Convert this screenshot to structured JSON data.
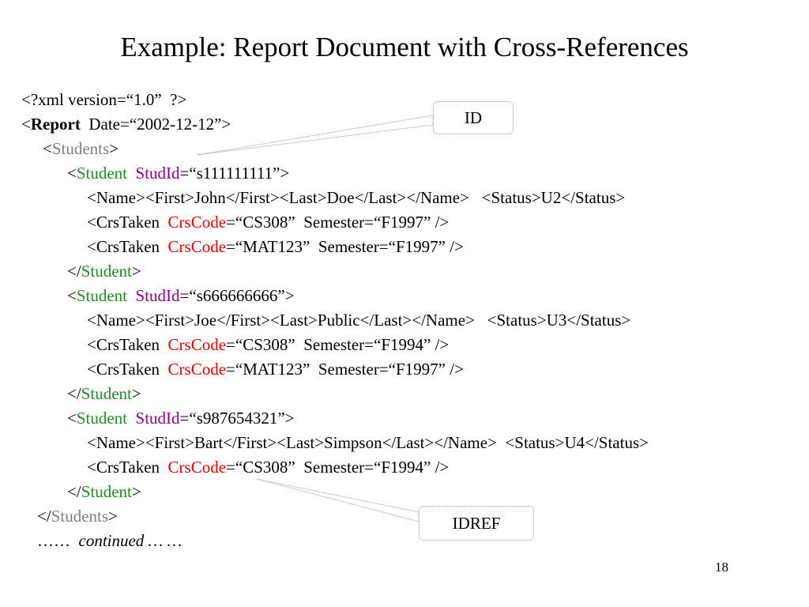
{
  "slide": {
    "title": "Example:  Report Document with Cross-References",
    "page_number": "18"
  },
  "callouts": {
    "id_label": "ID",
    "idref_label": "IDREF"
  },
  "code": {
    "xml_decl": "<?xml version=“1.0”  ?>",
    "report_open_lt": "<",
    "report_tag": "Report",
    "report_date": "  Date=“2002-12-12”>",
    "students_open": "Students",
    "students_close": "Students",
    "students": [
      {
        "tag": "Student",
        "attr": "StudId",
        "id_value": "=“s111111111”>",
        "name_line": "<Name><First>John</First><Last>Doe</Last></Name>   <Status>U2</Status>",
        "courses": [
          {
            "prefix": "<CrsTaken  ",
            "attr": "CrsCode",
            "rest": "=“CS308”  Semester=“F1997” />"
          },
          {
            "prefix": "<CrsTaken  ",
            "attr": "CrsCode",
            "rest": "=“MAT123”  Semester=“F1997” />"
          }
        ],
        "close_tag": "Student"
      },
      {
        "tag": "Student",
        "attr": "StudId",
        "id_value": "=“s666666666”>",
        "name_line": "<Name><First>Joe</First><Last>Public</Last></Name>   <Status>U3</Status>",
        "courses": [
          {
            "prefix": "<CrsTaken  ",
            "attr": "CrsCode",
            "rest": "=“CS308”  Semester=“F1994” />"
          },
          {
            "prefix": "<CrsTaken  ",
            "attr": "CrsCode",
            "rest": "=“MAT123”  Semester=“F1997” />"
          }
        ],
        "close_tag": "Student"
      },
      {
        "tag": "Student",
        "attr": "StudId",
        "id_value": "=“s987654321”>",
        "name_line": "<Name><First>Bart</First><Last>Simpson</Last></Name>  <Status>U4</Status>",
        "courses": [
          {
            "prefix": "<CrsTaken  ",
            "attr": "CrsCode",
            "rest": "=“CS308”  Semester=“F1994” />"
          }
        ],
        "close_tag": "Student"
      }
    ],
    "continued_dots": "……  ",
    "continued_text": "continued … …"
  },
  "colors": {
    "element_tag": "#228B22",
    "students_tag": "#808080",
    "studid_attr": "#8B008B",
    "crscode_attr": "#E00000"
  }
}
